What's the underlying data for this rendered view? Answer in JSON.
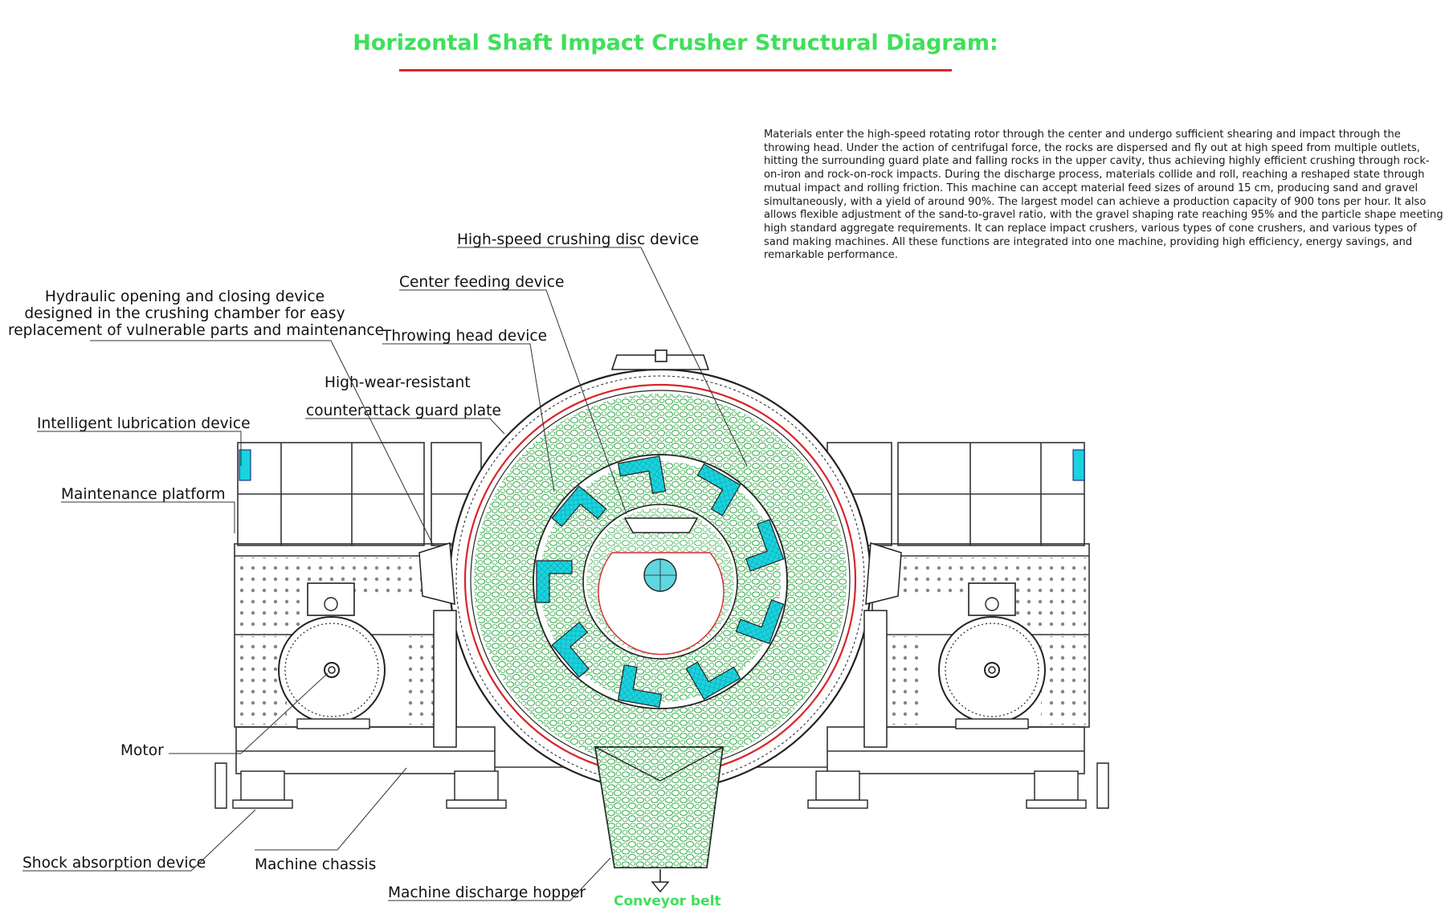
{
  "title": "Horizontal Shaft Impact Crusher Structural Diagram:",
  "description": "Materials enter the high-speed rotating rotor through the center and undergo sufficient shearing and impact through the throwing head. Under the action of centrifugal force, the rocks are dispersed and fly out at high speed from multiple outlets, hitting the surrounding guard plate and falling rocks in the upper cavity, thus achieving highly efficient crushing through rock-on-iron and rock-on-rock impacts. During the discharge process, materials collide and roll, reaching a reshaped state through mutual impact and rolling friction. This machine can accept material feed sizes of around 15 cm, producing sand and gravel simultaneously, with a yield of around 90%. The largest model can achieve a production capacity of 900 tons per hour. It also allows flexible adjustment of the sand-to-gravel ratio, with the gravel shaping rate reaching 95% and the particle shape meeting high standard aggregate requirements. It can replace impact crushers, various types of cone crushers, and various types of sand making machines. All these functions are integrated into one machine, providing high efficiency, energy savings, and remarkable performance.",
  "labels": {
    "disc": "High-speed crushing disc device",
    "feeding": "Center feeding device",
    "hydraulic_1": "Hydraulic opening and closing device",
    "hydraulic_2": "designed in the crushing chamber for easy",
    "hydraulic_3": "replacement of vulnerable parts and maintenance",
    "throwing": "Throwing head device",
    "guard_1": "High-wear-resistant",
    "guard_2": "counterattack guard plate",
    "lubrication": "Intelligent lubrication device",
    "platform": "Maintenance platform",
    "motor": "Motor",
    "shock": "Shock absorption device",
    "chassis": "Machine chassis",
    "hopper": "Machine discharge hopper",
    "conveyor": "Conveyor belt"
  },
  "colors": {
    "title": "#3ee05a",
    "title_rule": "#d8262a",
    "rocks": "#3ee05a",
    "throwing_heads": "#19d3de",
    "guard_ring": "#d8262a",
    "lubrication_box": "#19d3de"
  }
}
